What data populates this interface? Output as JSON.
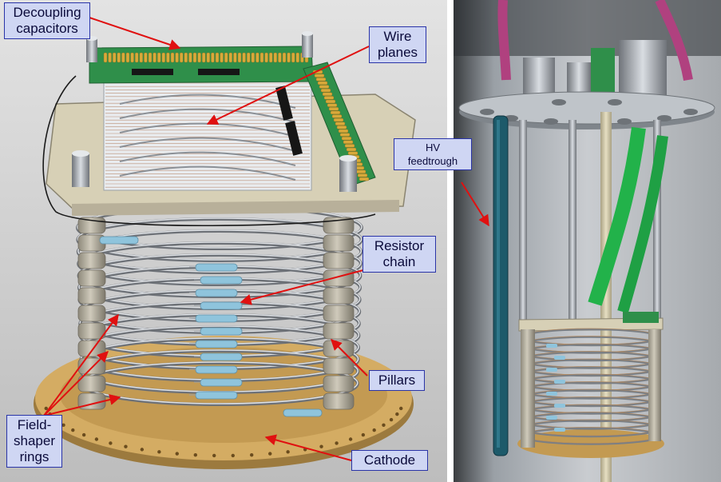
{
  "labels": {
    "decoupling": [
      "Decoupling",
      "capacitors"
    ],
    "wire_planes": [
      "Wire",
      "planes"
    ],
    "resistor_chain": [
      "Resistor",
      "chain"
    ],
    "pillars": "Pillars",
    "field_shaper": [
      "Field-",
      "shaper",
      "rings"
    ],
    "cathode": "Cathode",
    "hv": [
      "HV",
      "feedtrough"
    ]
  },
  "colors": {
    "arrow": "#e01010",
    "label_fill": "#cfd6f3",
    "label_border": "#2a34a8",
    "ring": "#a9adb3",
    "pillar": "#a7a293",
    "resistor": "#8fc4dc",
    "cathode": "#c9a05a",
    "pcb_green": "#2f8f4a",
    "cap_yellow": "#d8a93a",
    "ribbon_green": "#22b24a",
    "hv_teal": "#1d5a6a"
  }
}
